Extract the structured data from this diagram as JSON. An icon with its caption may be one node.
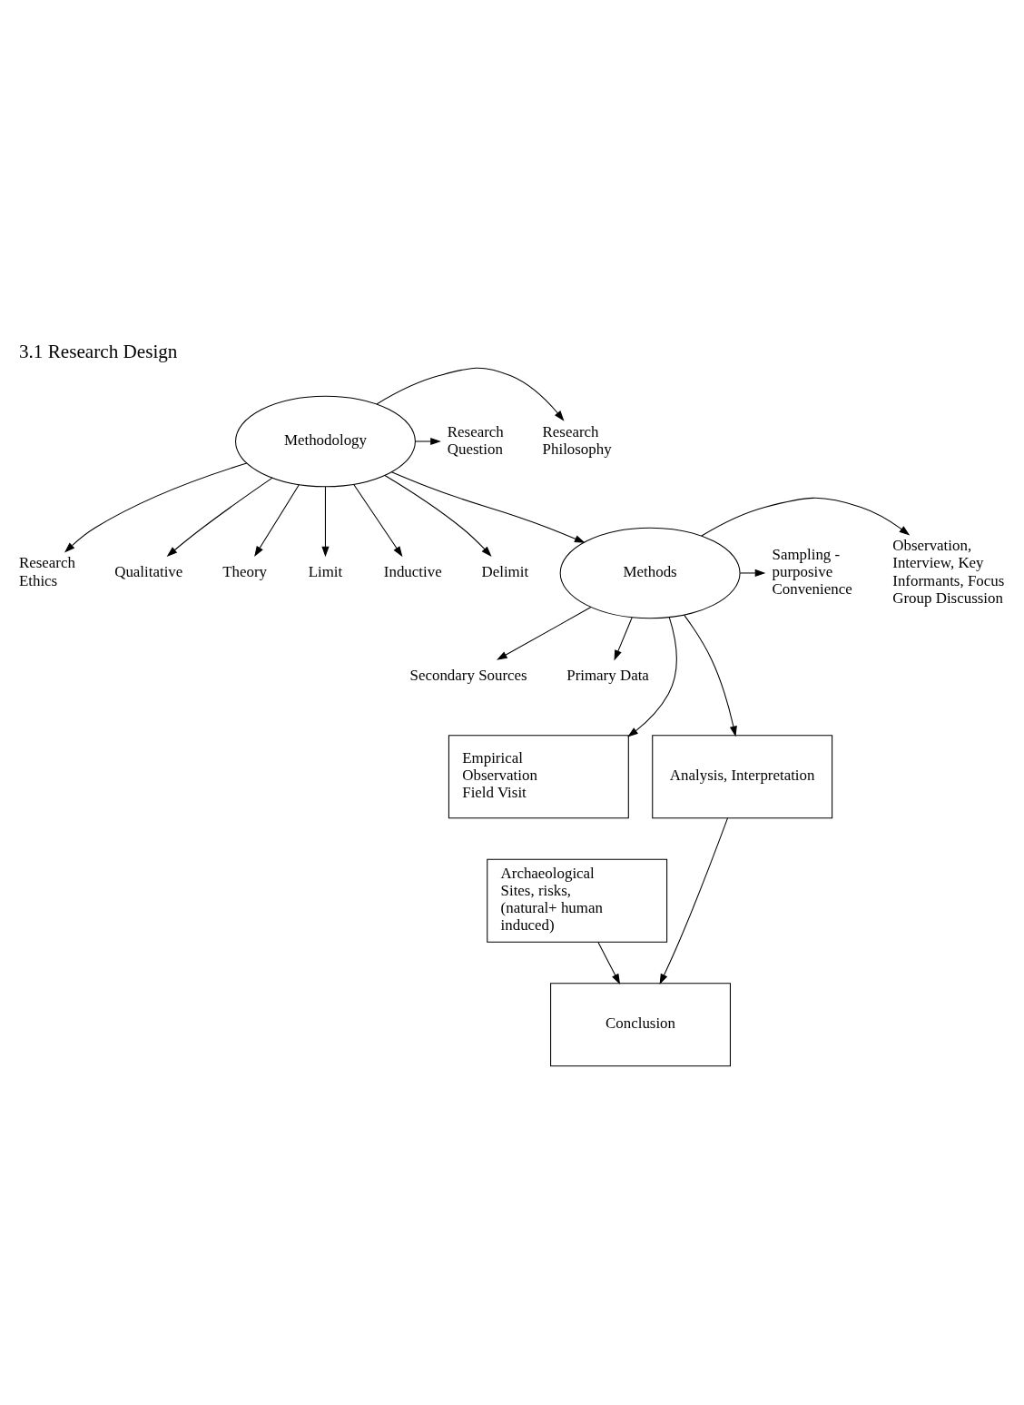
{
  "diagram": {
    "title": "3.1 Research Design",
    "nodes": [
      {
        "text": [
          "Methodology"
        ]
      },
      {
        "text": [
          "Research Ethics"
        ]
      },
      {
        "text": [
          "Qualitative"
        ]
      },
      {
        "text": [
          "Theory"
        ]
      },
      {
        "text": [
          "Research Philosophy"
        ]
      },
      {
        "text": [
          "Research Question"
        ]
      },
      {
        "text": [
          "Limit"
        ]
      },
      {
        "text": [
          "Inductive"
        ]
      },
      {
        "text": [
          "Delimit"
        ]
      },
      {
        "text": [
          "Methods"
        ]
      },
      {
        "text": [
          "Observation, Interview, Key Informants, Focus Group Discussion"
        ]
      },
      {
        "text": [
          "Sampling - purposive Convenience"
        ]
      },
      {
        "text": [
          "Secondary Sources"
        ]
      },
      {
        "text": [
          "Primary Data"
        ]
      },
      {
        "text": [
          "Empirical Observation Field Visit"
        ]
      },
      {
        "text": [
          "Analysis, Interpretation"
        ]
      },
      {
        "text": [
          "Archaeological Sites, risks, (natural+ human induced)"
        ]
      },
      {
        "text": [
          "Conclusion"
        ]
      }
    ],
    "edges": [
      {
        "from": 0,
        "to": 1,
        "arrow": "to"
      },
      {
        "from": 0,
        "to": 2,
        "arrow": "to"
      },
      {
        "from": 0,
        "to": 3,
        "arrow": "to"
      },
      {
        "from": 0,
        "to": 4,
        "arrow": "to"
      },
      {
        "from": 0,
        "to": 5,
        "arrow": "to"
      },
      {
        "from": 0,
        "to": 6,
        "arrow": "to"
      },
      {
        "from": 0,
        "to": 7,
        "arrow": "to"
      },
      {
        "from": 0,
        "to": 8,
        "arrow": "to"
      },
      {
        "from": 0,
        "to": 9,
        "arrow": "to"
      },
      {
        "from": 9,
        "to": 10,
        "arrow": "to"
      },
      {
        "from": 9,
        "to": 11,
        "arrow": "to"
      },
      {
        "from": 9,
        "to": 12,
        "arrow": "to"
      },
      {
        "from": 9,
        "to": 13,
        "arrow": "to"
      },
      {
        "from": 9,
        "to": 14,
        "arrow": "to"
      },
      {
        "from": 9,
        "to": 15,
        "arrow": "to"
      },
      {
        "from": 16,
        "to": 17,
        "arrow": "to"
      },
      {
        "from": 15,
        "to": 17,
        "arrow": "to"
      }
    ]
  }
}
